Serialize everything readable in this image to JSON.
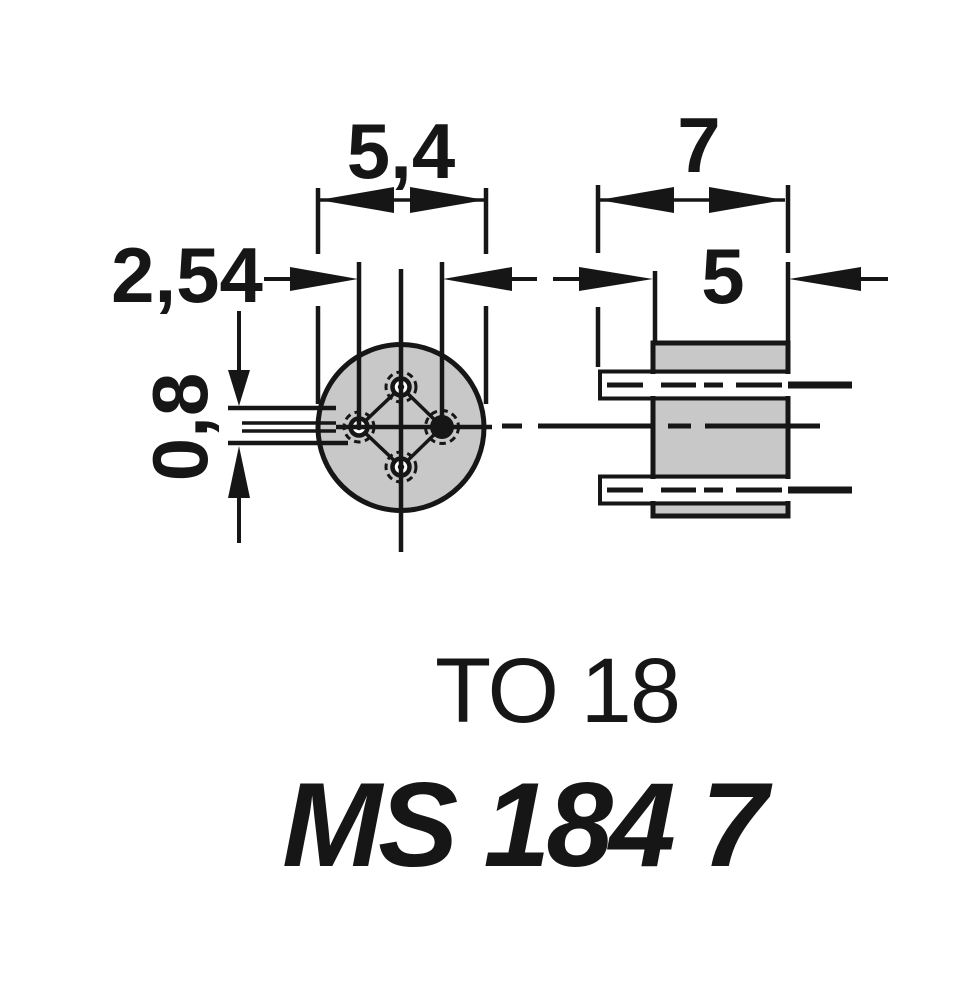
{
  "drawing": {
    "kind": "technical-dimension-drawing",
    "views": {
      "top_view": {
        "dim_body_diameter": "5,4",
        "dim_pin_spacing": "2,54",
        "dim_pin_width": "0,8",
        "pin_count": 4
      },
      "side_view": {
        "dim_overall_depth": "7",
        "dim_body_depth": "5",
        "pin_rows": 2
      }
    },
    "colors": {
      "line": "#161616",
      "body_fill": "#c8c8c8",
      "background": "#ffffff"
    }
  },
  "caption": {
    "package_type": "TO 18",
    "part_number": "MS 184 7"
  }
}
